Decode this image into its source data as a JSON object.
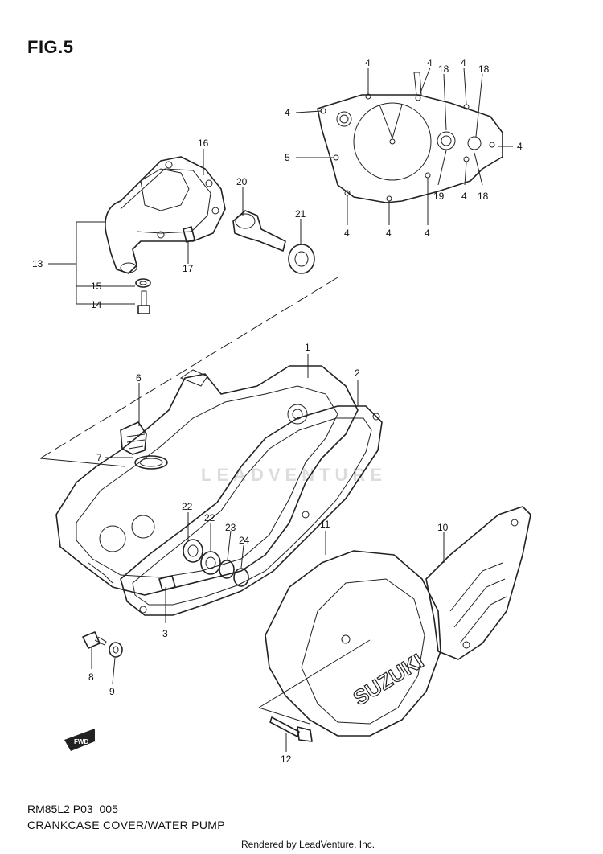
{
  "figure": {
    "title": "FIG.5",
    "code": "RM85L2 P03_005",
    "caption": "CRANKCASE COVER/WATER PUMP",
    "credit": "Rendered by LeadVenture, Inc.",
    "watermark": "LEADVENTURE",
    "brand_mark": "SUZUKI",
    "direction_tag": "FWD"
  },
  "callouts": {
    "c1": "1",
    "c2": "2",
    "c3": "3",
    "c4a": "4",
    "c4b": "4",
    "c4c": "4",
    "c4d": "4",
    "c4e": "4",
    "c4f": "4",
    "c4g": "4",
    "c4h": "4",
    "c4i": "4",
    "c5": "5",
    "c6": "6",
    "c7": "7",
    "c8": "8",
    "c9": "9",
    "c10": "10",
    "c11": "11",
    "c12": "12",
    "c13": "13",
    "c14": "14",
    "c15": "15",
    "c16": "16",
    "c17": "17",
    "c18a": "18",
    "c18b": "18",
    "c18c": "18",
    "c19": "19",
    "c20": "20",
    "c21": "21",
    "c22a": "22",
    "c22b": "22",
    "c23": "23",
    "c24": "24"
  }
}
